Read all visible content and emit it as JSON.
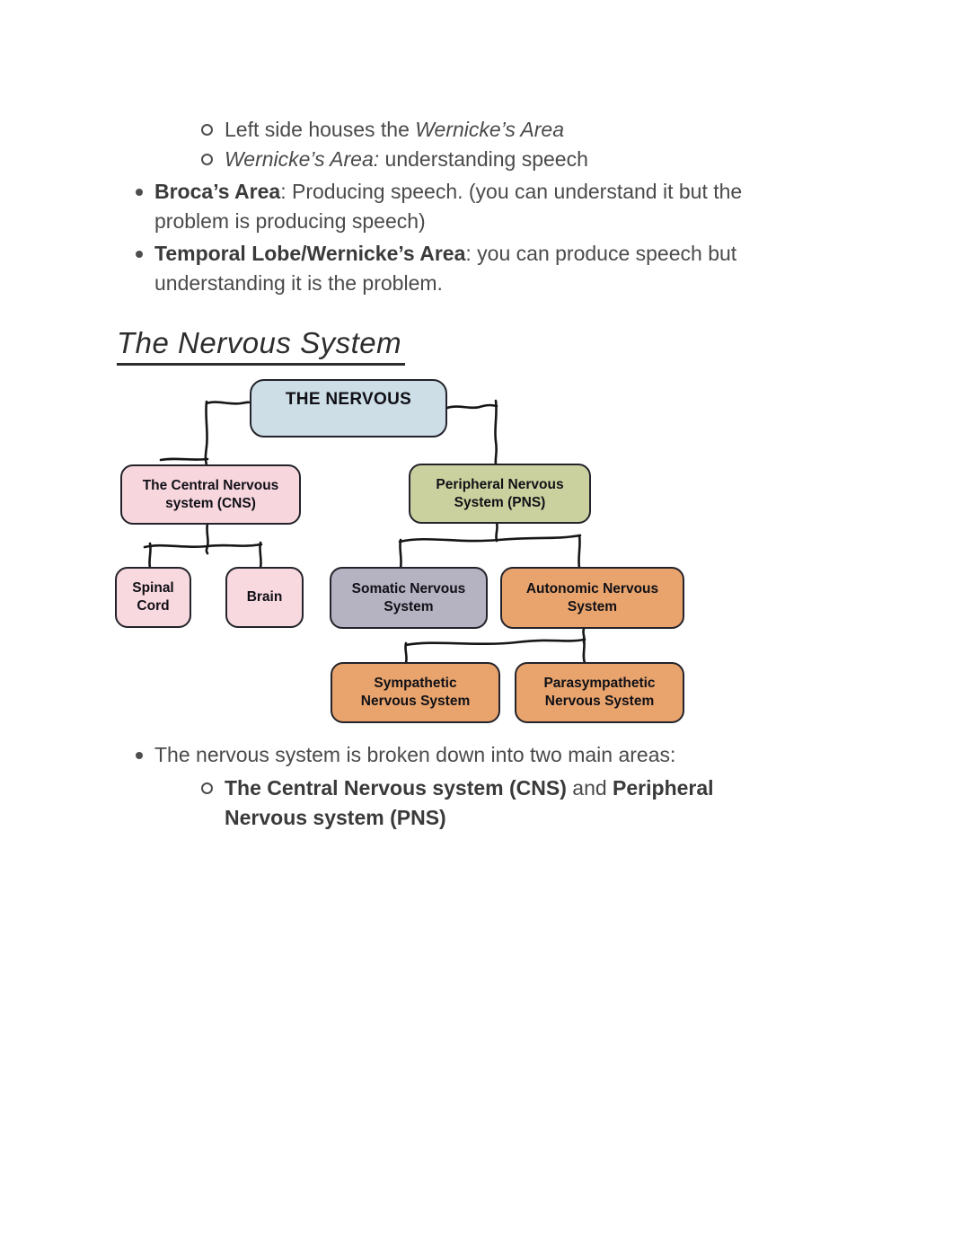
{
  "page": {
    "background": "#ffffff"
  },
  "heading": {
    "text": "The Nervous System"
  },
  "notes_top": {
    "lines": [
      {
        "level": 2,
        "marker": "circle",
        "segments": [
          {
            "text": "Left side houses the ",
            "style": "normal"
          },
          {
            "text": "Wernicke’s Area",
            "style": "italic"
          }
        ]
      },
      {
        "level": 2,
        "marker": "circle",
        "segments": [
          {
            "text": "Wernicke’s Area:",
            "style": "italic"
          },
          {
            "text": " understanding speech",
            "style": "normal"
          }
        ]
      },
      {
        "level": 1,
        "marker": "disc",
        "segments": [
          {
            "text": "Broca’s Area",
            "style": "bold"
          },
          {
            "text": ": Producing speech. (you can understand it but the",
            "style": "normal"
          }
        ]
      },
      {
        "level": 1,
        "marker": "none",
        "segments": [
          {
            "text": "problem is producing speech)",
            "style": "normal"
          }
        ]
      },
      {
        "level": 1,
        "marker": "disc",
        "segments": [
          {
            "text": "Temporal Lobe/Wernicke’s Area",
            "style": "bold"
          },
          {
            "text": ": you can produce speech but",
            "style": "normal"
          }
        ]
      },
      {
        "level": 1,
        "marker": "none",
        "segments": [
          {
            "text": "understanding it is the problem.",
            "style": "normal"
          }
        ]
      }
    ]
  },
  "notes_bottom": {
    "lines": [
      {
        "level": 1,
        "marker": "disc",
        "segments": [
          {
            "text": "The nervous system is broken down into two main areas:",
            "style": "normal"
          }
        ]
      },
      {
        "level": 2,
        "marker": "circle",
        "segments": [
          {
            "text": "The Central Nervous system (CNS)",
            "style": "bold"
          },
          {
            "text": " and ",
            "style": "normal"
          },
          {
            "text": "Peripheral",
            "style": "bold"
          }
        ]
      },
      {
        "level": 2,
        "marker": "none",
        "segments": [
          {
            "text": "Nervous system (PNS)",
            "style": "bold"
          }
        ]
      }
    ]
  },
  "diagram": {
    "border_color": "#23232b",
    "line_color": "#161616",
    "nodes": [
      {
        "id": "nervous",
        "label": "THE NERVOUS",
        "fill": "#cddee7"
      },
      {
        "id": "cns",
        "label": "The Central Nervous\nsystem (CNS)",
        "fill": "#f8d6de"
      },
      {
        "id": "pns",
        "label": "Peripheral Nervous\nSystem (PNS)",
        "fill": "#cbd19e"
      },
      {
        "id": "spinal",
        "label": "Spinal\nCord",
        "fill": "#f9d9e0"
      },
      {
        "id": "brain",
        "label": "Brain",
        "fill": "#f9d9e0"
      },
      {
        "id": "somatic",
        "label": "Somatic Nervous\nSystem",
        "fill": "#b5b2c2"
      },
      {
        "id": "autonomic",
        "label": "Autonomic Nervous\nSystem",
        "fill": "#e9a46d"
      },
      {
        "id": "sympathetic",
        "label": "Sympathetic\nNervous System",
        "fill": "#e9a46d"
      },
      {
        "id": "parasympathetic",
        "label": "Parasympathetic\nNervous System",
        "fill": "#e9a46d"
      }
    ]
  }
}
